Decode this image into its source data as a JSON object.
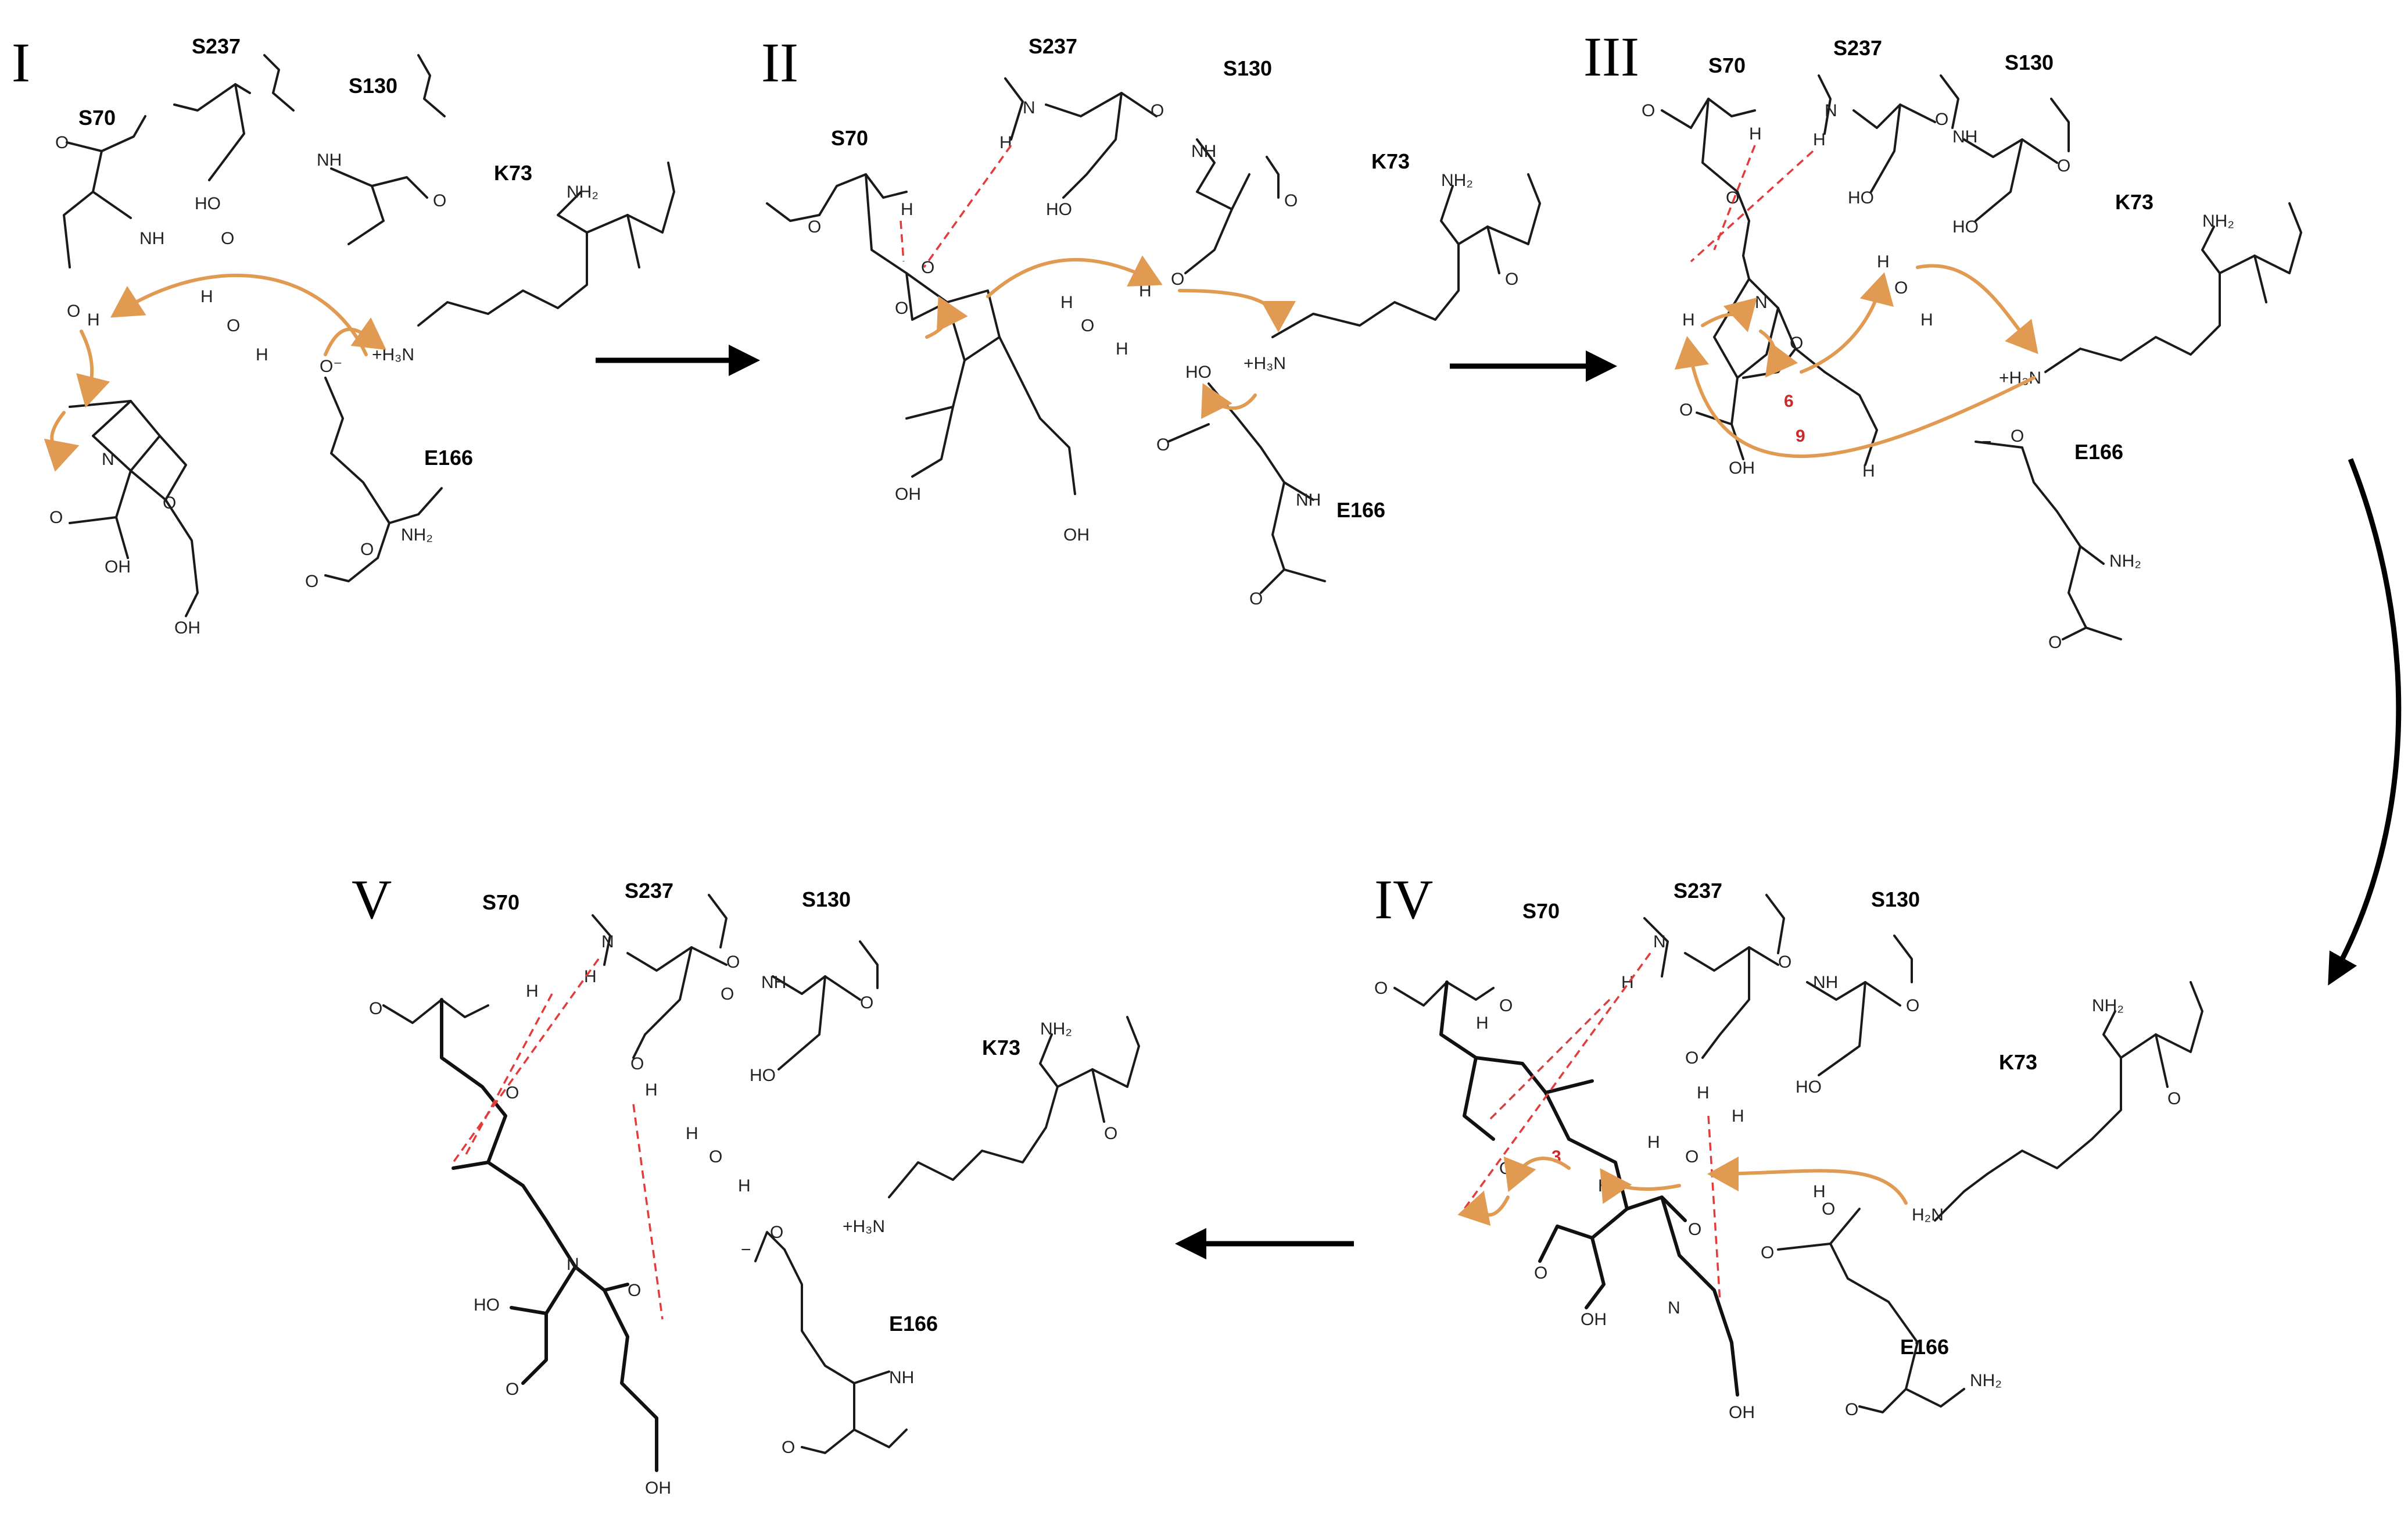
{
  "panels": [
    {
      "id": "I",
      "label": "I",
      "residues": [
        "S70",
        "S237",
        "S130",
        "K73",
        "E166"
      ],
      "atoms": [
        "NH",
        "O",
        "H",
        "HO",
        "NH",
        "O",
        "NH₂",
        "+H₃N",
        "O⁻",
        "H",
        "O",
        "H",
        "O",
        "N",
        "O",
        "O",
        "OH",
        "OH",
        "NH₂",
        "O",
        "O",
        "O"
      ]
    },
    {
      "id": "II",
      "label": "II",
      "residues": [
        "S237",
        "S130",
        "S70",
        "K73",
        "E166"
      ],
      "atoms": [
        "N",
        "H",
        "O",
        "HO",
        "NH",
        "O",
        "O",
        "O",
        "H",
        "O",
        "H",
        "NH₂",
        "+H₃N",
        "O",
        "O",
        "H",
        "O",
        "H",
        "OH",
        "OH",
        "HO",
        "O",
        "NH",
        "O"
      ]
    },
    {
      "id": "III",
      "label": "III",
      "residues": [
        "S70",
        "S237",
        "S130",
        "K73",
        "E166"
      ],
      "atoms": [
        "O",
        "H",
        "N",
        "H",
        "O",
        "HO",
        "NH",
        "O",
        "HO",
        "O",
        "H",
        "O",
        "H",
        "O",
        "H",
        "N",
        "NH₂",
        "+H₃N",
        "O",
        "OH",
        "H",
        "O",
        "−",
        "NH₂",
        "O"
      ],
      "numbers": [
        "6",
        "9"
      ]
    },
    {
      "id": "IV",
      "label": "IV",
      "residues": [
        "S70",
        "S237",
        "S130",
        "K73",
        "E166"
      ],
      "atoms": [
        "N",
        "H",
        "O",
        "O",
        "H",
        "H",
        "O",
        "NH",
        "O",
        "HO",
        "NH₂",
        "O",
        "O",
        "H",
        "H",
        "O",
        "H",
        "H₂N",
        "H",
        "O",
        "O",
        "N",
        "O",
        "OH",
        "O",
        "OH",
        "O",
        "NH₂",
        "O"
      ],
      "numbers": [
        "3"
      ]
    },
    {
      "id": "V",
      "label": "V",
      "residues": [
        "S70",
        "S237",
        "S130",
        "K73",
        "E166"
      ],
      "atoms": [
        "N",
        "H",
        "O",
        "H",
        "O",
        "O",
        "O",
        "H",
        "O",
        "NH",
        "O",
        "HO",
        "NH₂",
        "O",
        "H",
        "O",
        "H",
        "+H₃N",
        "O",
        "−",
        "N",
        "HO",
        "O",
        "O",
        "OH",
        "NH",
        "O"
      ]
    }
  ]
}
